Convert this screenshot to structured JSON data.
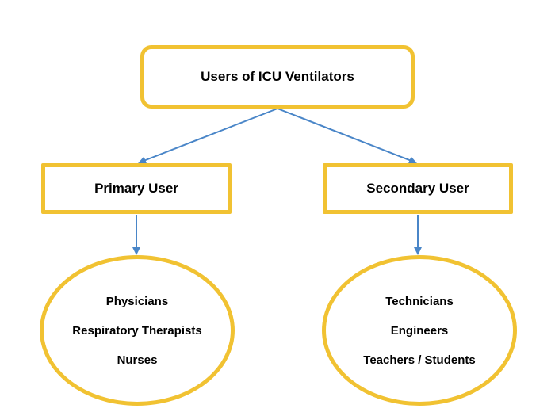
{
  "root": {
    "label": "Users of ICU Ventilators"
  },
  "primary": {
    "label": "Primary User",
    "items": [
      "Physicians",
      "Respiratory Therapists",
      "Nurses"
    ]
  },
  "secondary": {
    "label": "Secondary User",
    "items": [
      "Technicians",
      "Engineers",
      "Teachers / Students"
    ]
  },
  "colors": {
    "node_border": "#F1C232",
    "connector": "#4A86C8"
  }
}
